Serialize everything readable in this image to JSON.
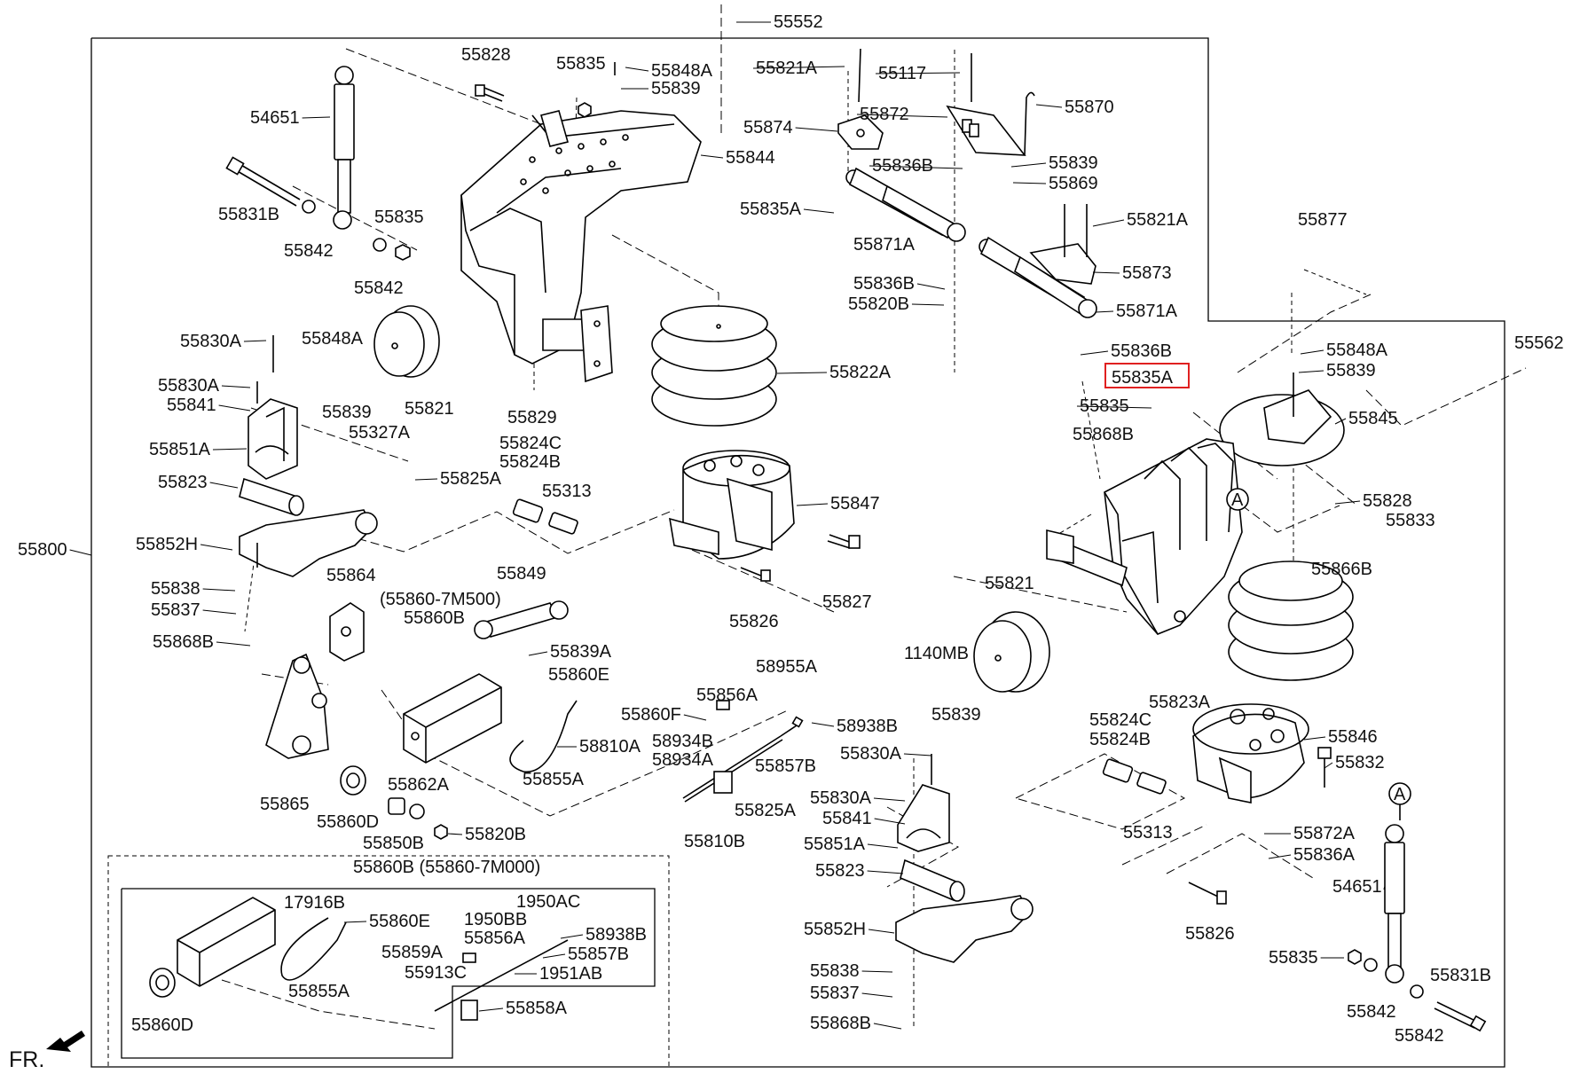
{
  "labels": [
    {
      "key": "l01",
      "text": "55552"
    },
    {
      "key": "l02",
      "text": "55828"
    },
    {
      "key": "l03",
      "text": "55835"
    },
    {
      "key": "l04",
      "text": "55848A"
    },
    {
      "key": "l05",
      "text": "55839"
    },
    {
      "key": "l06",
      "text": "54651"
    },
    {
      "key": "l07",
      "text": "55844"
    },
    {
      "key": "l08",
      "text": "55831B"
    },
    {
      "key": "l09",
      "text": "55835"
    },
    {
      "key": "l10",
      "text": "55842"
    },
    {
      "key": "l11",
      "text": "55842"
    },
    {
      "key": "l12",
      "text": "55830A"
    },
    {
      "key": "l13",
      "text": "55848A"
    },
    {
      "key": "l14",
      "text": "55830A"
    },
    {
      "key": "l15",
      "text": "55841"
    },
    {
      "key": "l16",
      "text": "55839"
    },
    {
      "key": "l17",
      "text": "55821"
    },
    {
      "key": "l18",
      "text": "55829"
    },
    {
      "key": "l19",
      "text": "55851A"
    },
    {
      "key": "l20",
      "text": "55327A"
    },
    {
      "key": "l21",
      "text": "55823"
    },
    {
      "key": "l22",
      "text": "55825A"
    },
    {
      "key": "l23",
      "text": "55824C"
    },
    {
      "key": "l24",
      "text": "55824B"
    },
    {
      "key": "l25",
      "text": "55313"
    },
    {
      "key": "l26",
      "text": "55800"
    },
    {
      "key": "l27",
      "text": "55852H"
    },
    {
      "key": "l28",
      "text": "55838"
    },
    {
      "key": "l29",
      "text": "55837"
    },
    {
      "key": "l30",
      "text": "55868B"
    },
    {
      "key": "l31",
      "text": "55864"
    },
    {
      "key": "l32",
      "text": "(55860-7M500)"
    },
    {
      "key": "l33",
      "text": "55860B"
    },
    {
      "key": "l34",
      "text": "55849"
    },
    {
      "key": "l35",
      "text": "55839A"
    },
    {
      "key": "l36",
      "text": "55860E"
    },
    {
      "key": "l37",
      "text": "55860F"
    },
    {
      "key": "l38",
      "text": "58810A"
    },
    {
      "key": "l39",
      "text": "55865"
    },
    {
      "key": "l40",
      "text": "55862A"
    },
    {
      "key": "l41",
      "text": "55860D"
    },
    {
      "key": "l42",
      "text": "55850B"
    },
    {
      "key": "l43",
      "text": "55820B"
    },
    {
      "key": "l44",
      "text": "55855A"
    },
    {
      "key": "l45",
      "text": "55856A"
    },
    {
      "key": "l46",
      "text": "58934B"
    },
    {
      "key": "l47",
      "text": "58934A"
    },
    {
      "key": "l48",
      "text": "58955A"
    },
    {
      "key": "l49",
      "text": "58938B"
    },
    {
      "key": "l50",
      "text": "55857B"
    },
    {
      "key": "l51",
      "text": "55825A"
    },
    {
      "key": "l52",
      "text": "55810B"
    },
    {
      "key": "l53",
      "text": "55821A"
    },
    {
      "key": "l54",
      "text": "55117"
    },
    {
      "key": "l55",
      "text": "55870"
    },
    {
      "key": "l56",
      "text": "55874"
    },
    {
      "key": "l57",
      "text": "55872"
    },
    {
      "key": "l58",
      "text": "55836B"
    },
    {
      "key": "l59",
      "text": "55839"
    },
    {
      "key": "l60",
      "text": "55869"
    },
    {
      "key": "l61",
      "text": "55835A"
    },
    {
      "key": "l62",
      "text": "55871A"
    },
    {
      "key": "l63",
      "text": "55821A"
    },
    {
      "key": "l64",
      "text": "55873"
    },
    {
      "key": "l65",
      "text": "55836B"
    },
    {
      "key": "l66",
      "text": "55820B"
    },
    {
      "key": "l67",
      "text": "55871A"
    },
    {
      "key": "l68",
      "text": "55822A"
    },
    {
      "key": "l69",
      "text": "55836B"
    },
    {
      "key": "l70",
      "text": "55835A"
    },
    {
      "key": "l71",
      "text": "55847"
    },
    {
      "key": "l72",
      "text": "55826"
    },
    {
      "key": "l73",
      "text": "55827"
    },
    {
      "key": "l74",
      "text": "55877"
    },
    {
      "key": "l75",
      "text": "55562"
    },
    {
      "key": "l76",
      "text": "55848A"
    },
    {
      "key": "l77",
      "text": "55839"
    },
    {
      "key": "l78",
      "text": "55835"
    },
    {
      "key": "l79",
      "text": "55845"
    },
    {
      "key": "l80",
      "text": "55868B"
    },
    {
      "key": "l81",
      "text": "55828"
    },
    {
      "key": "l82",
      "text": "55833"
    },
    {
      "key": "l83",
      "text": "55866B"
    },
    {
      "key": "l84",
      "text": "55821"
    },
    {
      "key": "l85",
      "text": "1140MB"
    },
    {
      "key": "l86",
      "text": "55839"
    },
    {
      "key": "l87",
      "text": "55823A"
    },
    {
      "key": "l88",
      "text": "55824C"
    },
    {
      "key": "l89",
      "text": "55824B"
    },
    {
      "key": "l90",
      "text": "55846"
    },
    {
      "key": "l91",
      "text": "55832"
    },
    {
      "key": "l92",
      "text": "55830A"
    },
    {
      "key": "l93",
      "text": "55830A"
    },
    {
      "key": "l94",
      "text": "55841"
    },
    {
      "key": "l95",
      "text": "55851A"
    },
    {
      "key": "l96",
      "text": "55313"
    },
    {
      "key": "l97",
      "text": "55872A"
    },
    {
      "key": "l98",
      "text": "55836A"
    },
    {
      "key": "l99",
      "text": "55823"
    },
    {
      "key": "m01",
      "text": "54651"
    },
    {
      "key": "m02",
      "text": "55852H"
    },
    {
      "key": "m03",
      "text": "55826"
    },
    {
      "key": "m04",
      "text": "55838"
    },
    {
      "key": "m05",
      "text": "55837"
    },
    {
      "key": "m06",
      "text": "55835"
    },
    {
      "key": "m07",
      "text": "55831B"
    },
    {
      "key": "m08",
      "text": "55842"
    },
    {
      "key": "m09",
      "text": "55842"
    },
    {
      "key": "m10",
      "text": "55868B"
    },
    {
      "key": "n01",
      "text": "55860B (55860-7M000)"
    },
    {
      "key": "n02",
      "text": "17916B"
    },
    {
      "key": "n03",
      "text": "55860E"
    },
    {
      "key": "n04",
      "text": "1950AC"
    },
    {
      "key": "n05",
      "text": "1950BB"
    },
    {
      "key": "n06",
      "text": "55856A"
    },
    {
      "key": "n07",
      "text": "58938B"
    },
    {
      "key": "n08",
      "text": "55859A"
    },
    {
      "key": "n09",
      "text": "55857B"
    },
    {
      "key": "n10",
      "text": "55913C"
    },
    {
      "key": "n11",
      "text": "1951AB"
    },
    {
      "key": "n12",
      "text": "55855A"
    },
    {
      "key": "n13",
      "text": "55858A"
    },
    {
      "key": "n14",
      "text": "55860D"
    }
  ],
  "ref_marker": "A",
  "front_marker": "FR.",
  "highlight_label": "55835A"
}
